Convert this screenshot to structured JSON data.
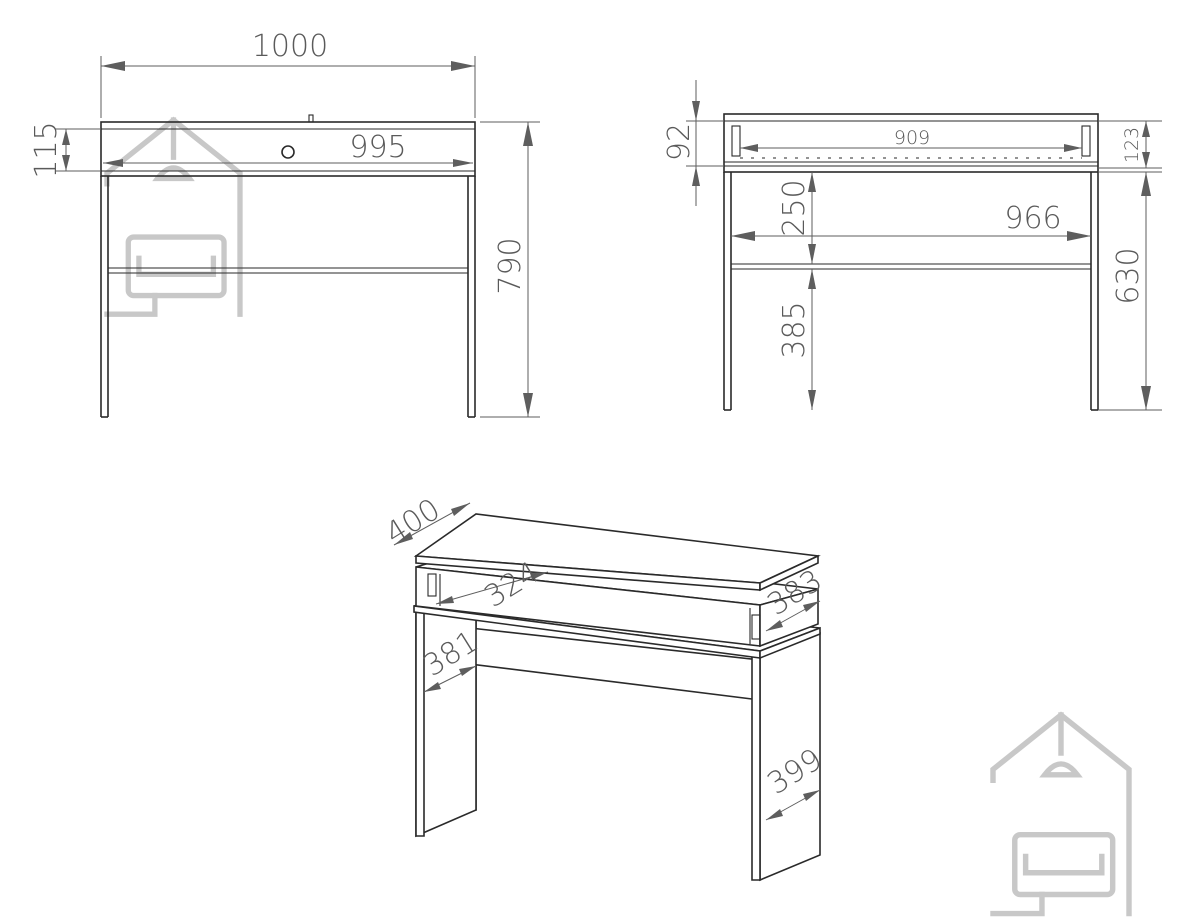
{
  "front_view": {
    "width": "1000",
    "drawer_width": "995",
    "top_height": "115",
    "total_height": "790"
  },
  "side_view": {
    "drawer_height": "92",
    "drawer_inner": "909",
    "top_height": "123",
    "upper_leg": "250",
    "inner_width": "966",
    "lower_leg": "385",
    "leg_height": "630"
  },
  "iso_view": {
    "depth": "400",
    "drawer_depth": "324",
    "side_depth": "383",
    "shelf_depth": "381",
    "leg_depth": "399"
  },
  "colors": {
    "line": "#2a2a2a",
    "dimension": "#5e5e5e",
    "watermark": "#c8c8c8"
  }
}
